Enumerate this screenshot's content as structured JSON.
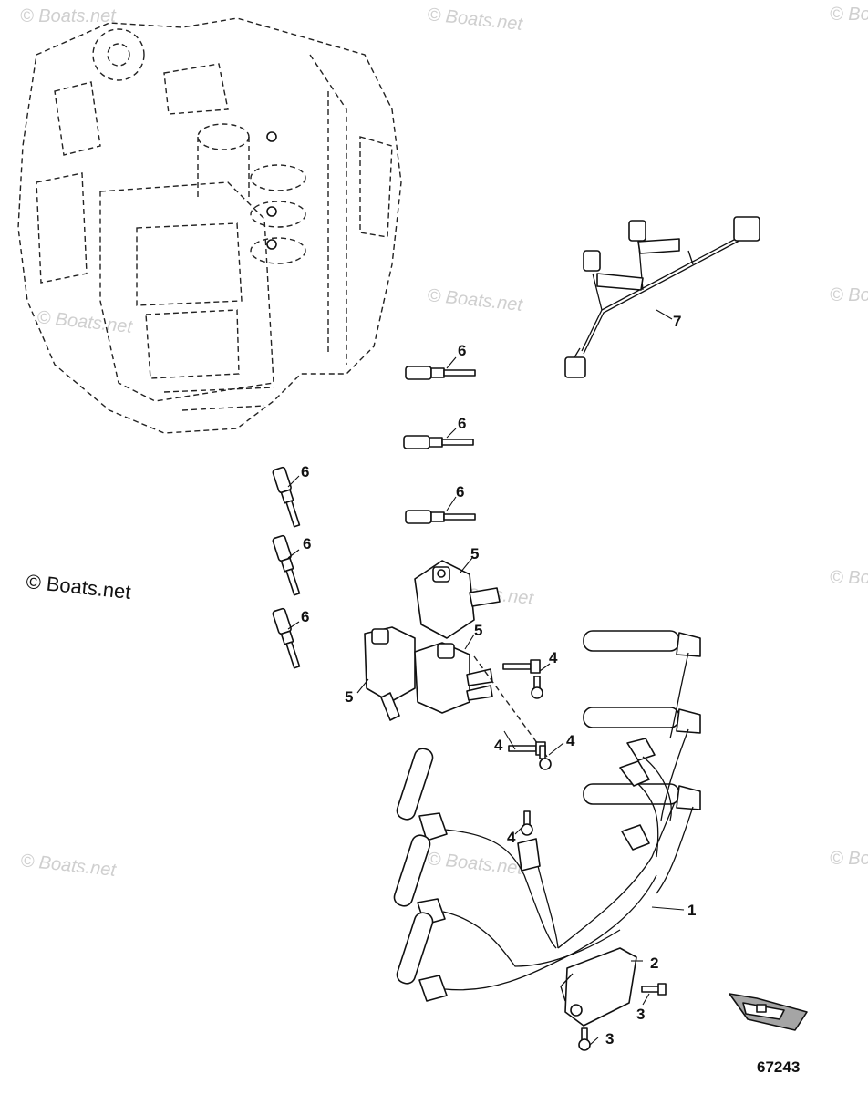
{
  "diagram": {
    "figure_number": "67243",
    "watermark_text": "© Boats.net",
    "callouts": [
      {
        "label": "1"
      },
      {
        "label": "2"
      },
      {
        "label": "3"
      },
      {
        "label": "3"
      },
      {
        "label": "4"
      },
      {
        "label": "4"
      },
      {
        "label": "4"
      },
      {
        "label": "4"
      },
      {
        "label": "5"
      },
      {
        "label": "5"
      },
      {
        "label": "5"
      },
      {
        "label": "6"
      },
      {
        "label": "6"
      },
      {
        "label": "6"
      },
      {
        "label": "6"
      },
      {
        "label": "6"
      },
      {
        "label": "6"
      },
      {
        "label": "7"
      }
    ]
  }
}
